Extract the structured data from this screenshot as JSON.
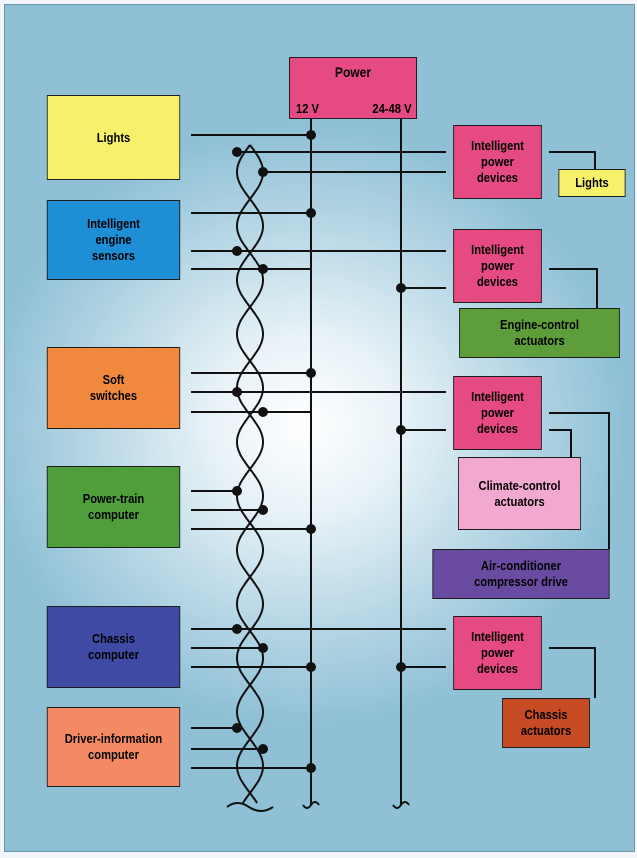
{
  "colors": {
    "yellow": "#f7f06a",
    "blue": "#1e8ed6",
    "orange": "#f0883e",
    "green": "#4e9e3c",
    "navy": "#3e4aa3",
    "salmon": "#f48a64",
    "pink": "#e54a82",
    "olive": "#5e9e3a",
    "lightpink": "#f2a9cf",
    "purple": "#6a4ba2",
    "brick": "#c64a24",
    "wire": "#111111"
  },
  "power": {
    "title": "Power",
    "v12": "12 V",
    "v48": "24-48 V"
  },
  "left_boxes": [
    {
      "label": "Lights"
    },
    {
      "label": "Intelligent\nengine\nsensors"
    },
    {
      "label": "Soft\nswitches"
    },
    {
      "label": "Power-train\ncomputer"
    },
    {
      "label": "Chassis\ncomputer"
    },
    {
      "label": "Driver-information\ncomputer"
    }
  ],
  "right_boxes": {
    "ipd_label": "Intelligent\npower\ndevices",
    "lights": "Lights",
    "engine_actuators": "Engine-control\nactuators",
    "climate_actuators": "Climate-control\nactuators",
    "ac_drive": "Air-conditioner\ncompressor drive",
    "chassis_actuators": "Chassis\nactuators"
  }
}
